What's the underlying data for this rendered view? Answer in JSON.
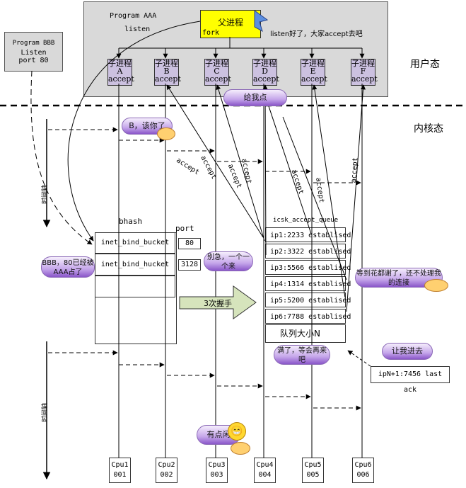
{
  "program_aaa": {
    "title": "Program AAA",
    "subtitle": "listen"
  },
  "parent_process": {
    "label": "父进程",
    "fork": "fork"
  },
  "listen_note": "listen好了，大家accept去吧",
  "program_bbb": {
    "title": "Program BBB",
    "line2": "Listen",
    "line3": "port 80"
  },
  "zones": {
    "user": "用户态",
    "kernel": "内核态"
  },
  "children": [
    {
      "name": "子进程",
      "letter": "A",
      "action": "accept"
    },
    {
      "name": "子进程",
      "letter": "B",
      "action": "accept"
    },
    {
      "name": "子进程",
      "letter": "C",
      "action": "accept"
    },
    {
      "name": "子进程",
      "letter": "D",
      "action": "accept"
    },
    {
      "name": "子进程",
      "letter": "E",
      "action": "accept"
    },
    {
      "name": "子进程",
      "letter": "F",
      "action": "accept"
    }
  ],
  "bubbles": {
    "give_me": "给我点",
    "b_turn": "B，该你了",
    "bbb_taken": "BBB，80已经被AAA占了",
    "dont_rush": "别急，一个一个来",
    "waiting": "等到花都谢了，还不处理我的连接",
    "let_me_in": "让我进去",
    "full": "满了，等会再来吧",
    "idle": "有点闲"
  },
  "arrow_labels": [
    "accept",
    "accept",
    "accept",
    "accept",
    "accept",
    "accept",
    "accept"
  ],
  "time_axis": "时间轴",
  "bhash": {
    "title": "bhash",
    "port_title": "port",
    "buckets": [
      {
        "name": "inet_bind_bucket",
        "port": "80"
      },
      {
        "name": "inet_bind_hucket",
        "port": "3128"
      }
    ]
  },
  "handshake": "3次握手",
  "queue": {
    "title": "icsk_accept_queue",
    "rows": [
      "ip1:2233 establised",
      "ip2:3322 establised",
      "ip3:5566 establised",
      "ip4:1314 establised",
      "ip5:5200 establised",
      "ip6:7788 establised"
    ],
    "size_label": "队列大小N"
  },
  "last_ack": "ipN+1:7456 last ack",
  "cpus": [
    {
      "name": "Cpu1",
      "id": "001"
    },
    {
      "name": "Cpu2",
      "id": "002"
    },
    {
      "name": "Cpu3",
      "id": "003"
    },
    {
      "name": "Cpu4",
      "id": "004"
    },
    {
      "name": "Cpu5",
      "id": "005"
    },
    {
      "name": "Cpu6",
      "id": "006"
    }
  ]
}
